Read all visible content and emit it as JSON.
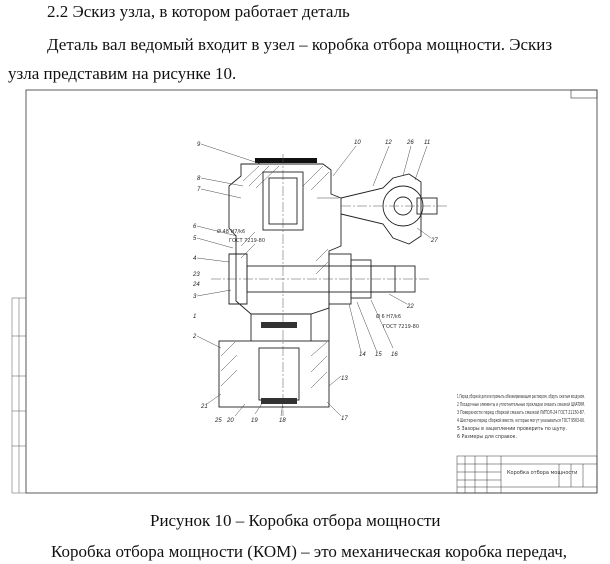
{
  "document": {
    "heading": "2.2 Эскиз узла, в котором работает деталь",
    "paragraph1_line1": "Деталь вал ведомый входит в узел – коробка отбора мощности. Эскиз",
    "paragraph1_line2": "узла представим на рисунке 10.",
    "caption": "Рисунок 10 – Коробка отбора мощности",
    "paragraph2_line1": "Коробка отбора мощности (КОМ) – это механическая коробка передач,"
  },
  "drawing": {
    "title_block_name": "Коробка отбора мощности",
    "fit_top": "Ø 48 H7/k6",
    "fit_right": "Ø 6 H7/k6",
    "gost_left": "ГОСТ 7219-80",
    "gost_right": "ГОСТ 7219-80",
    "callouts": [
      "9",
      "8",
      "7",
      "6",
      "5",
      "4",
      "3",
      "2",
      "1",
      "10",
      "12",
      "26",
      "11",
      "27",
      "22",
      "16",
      "15",
      "14",
      "13",
      "17",
      "18",
      "19",
      "20",
      "21",
      "23",
      "24",
      "25"
    ],
    "notes": [
      "1 Перед сборкой детали промыть обезжиривающим раствором, обдуть сжатым воздухом.",
      "2 Посадочные элементы и уплотнительные прокладки смазать смазкой ЦИАТИМ.",
      "3 Поверхности перед сборкой смазать смазкой ЛИТОЛ-24 ГОСТ 21150-87.",
      "4 Шестерни перед сборкой ввести, которые могут указываться ГОСТ 9563-60.",
      "5 Зазоры в зацеплении проверить по щупу.",
      "6 Размеры для справок."
    ]
  }
}
